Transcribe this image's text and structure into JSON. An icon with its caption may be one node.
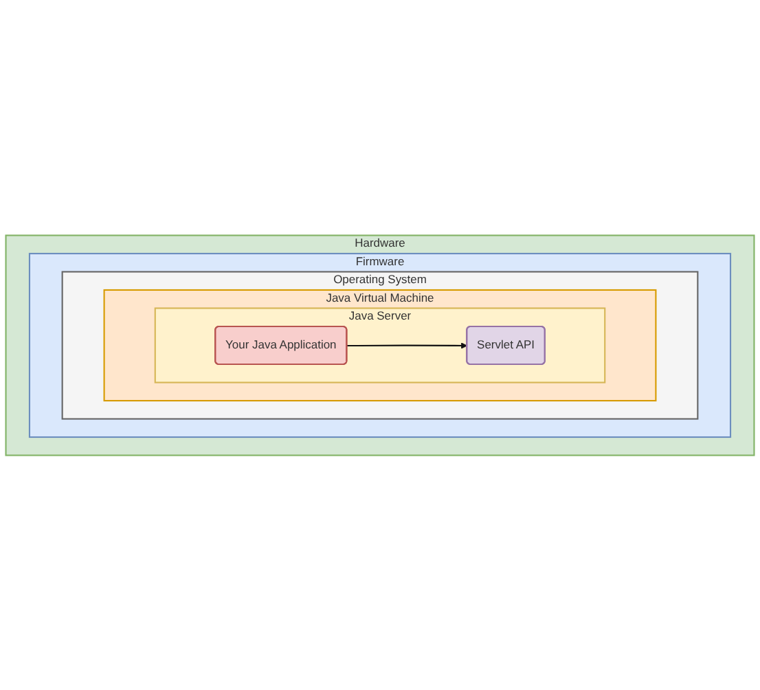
{
  "diagram": {
    "nodes": [
      {
        "text": [
          "Hardware"
        ]
      },
      {
        "text": [
          "Firmware"
        ],
        "in": 0
      },
      {
        "text": [
          "Operating System"
        ],
        "in": 1
      },
      {
        "text": [
          "Java Virtual Machine"
        ],
        "in": 2
      },
      {
        "text": [
          "Java Server"
        ],
        "in": 3
      },
      {
        "text": [
          "Your Java Application"
        ],
        "in": 4
      },
      {
        "text": [
          "Servlet API"
        ],
        "in": 4
      }
    ],
    "edges": [
      {
        "from": 5,
        "to": 6,
        "arrow": "to"
      }
    ]
  }
}
